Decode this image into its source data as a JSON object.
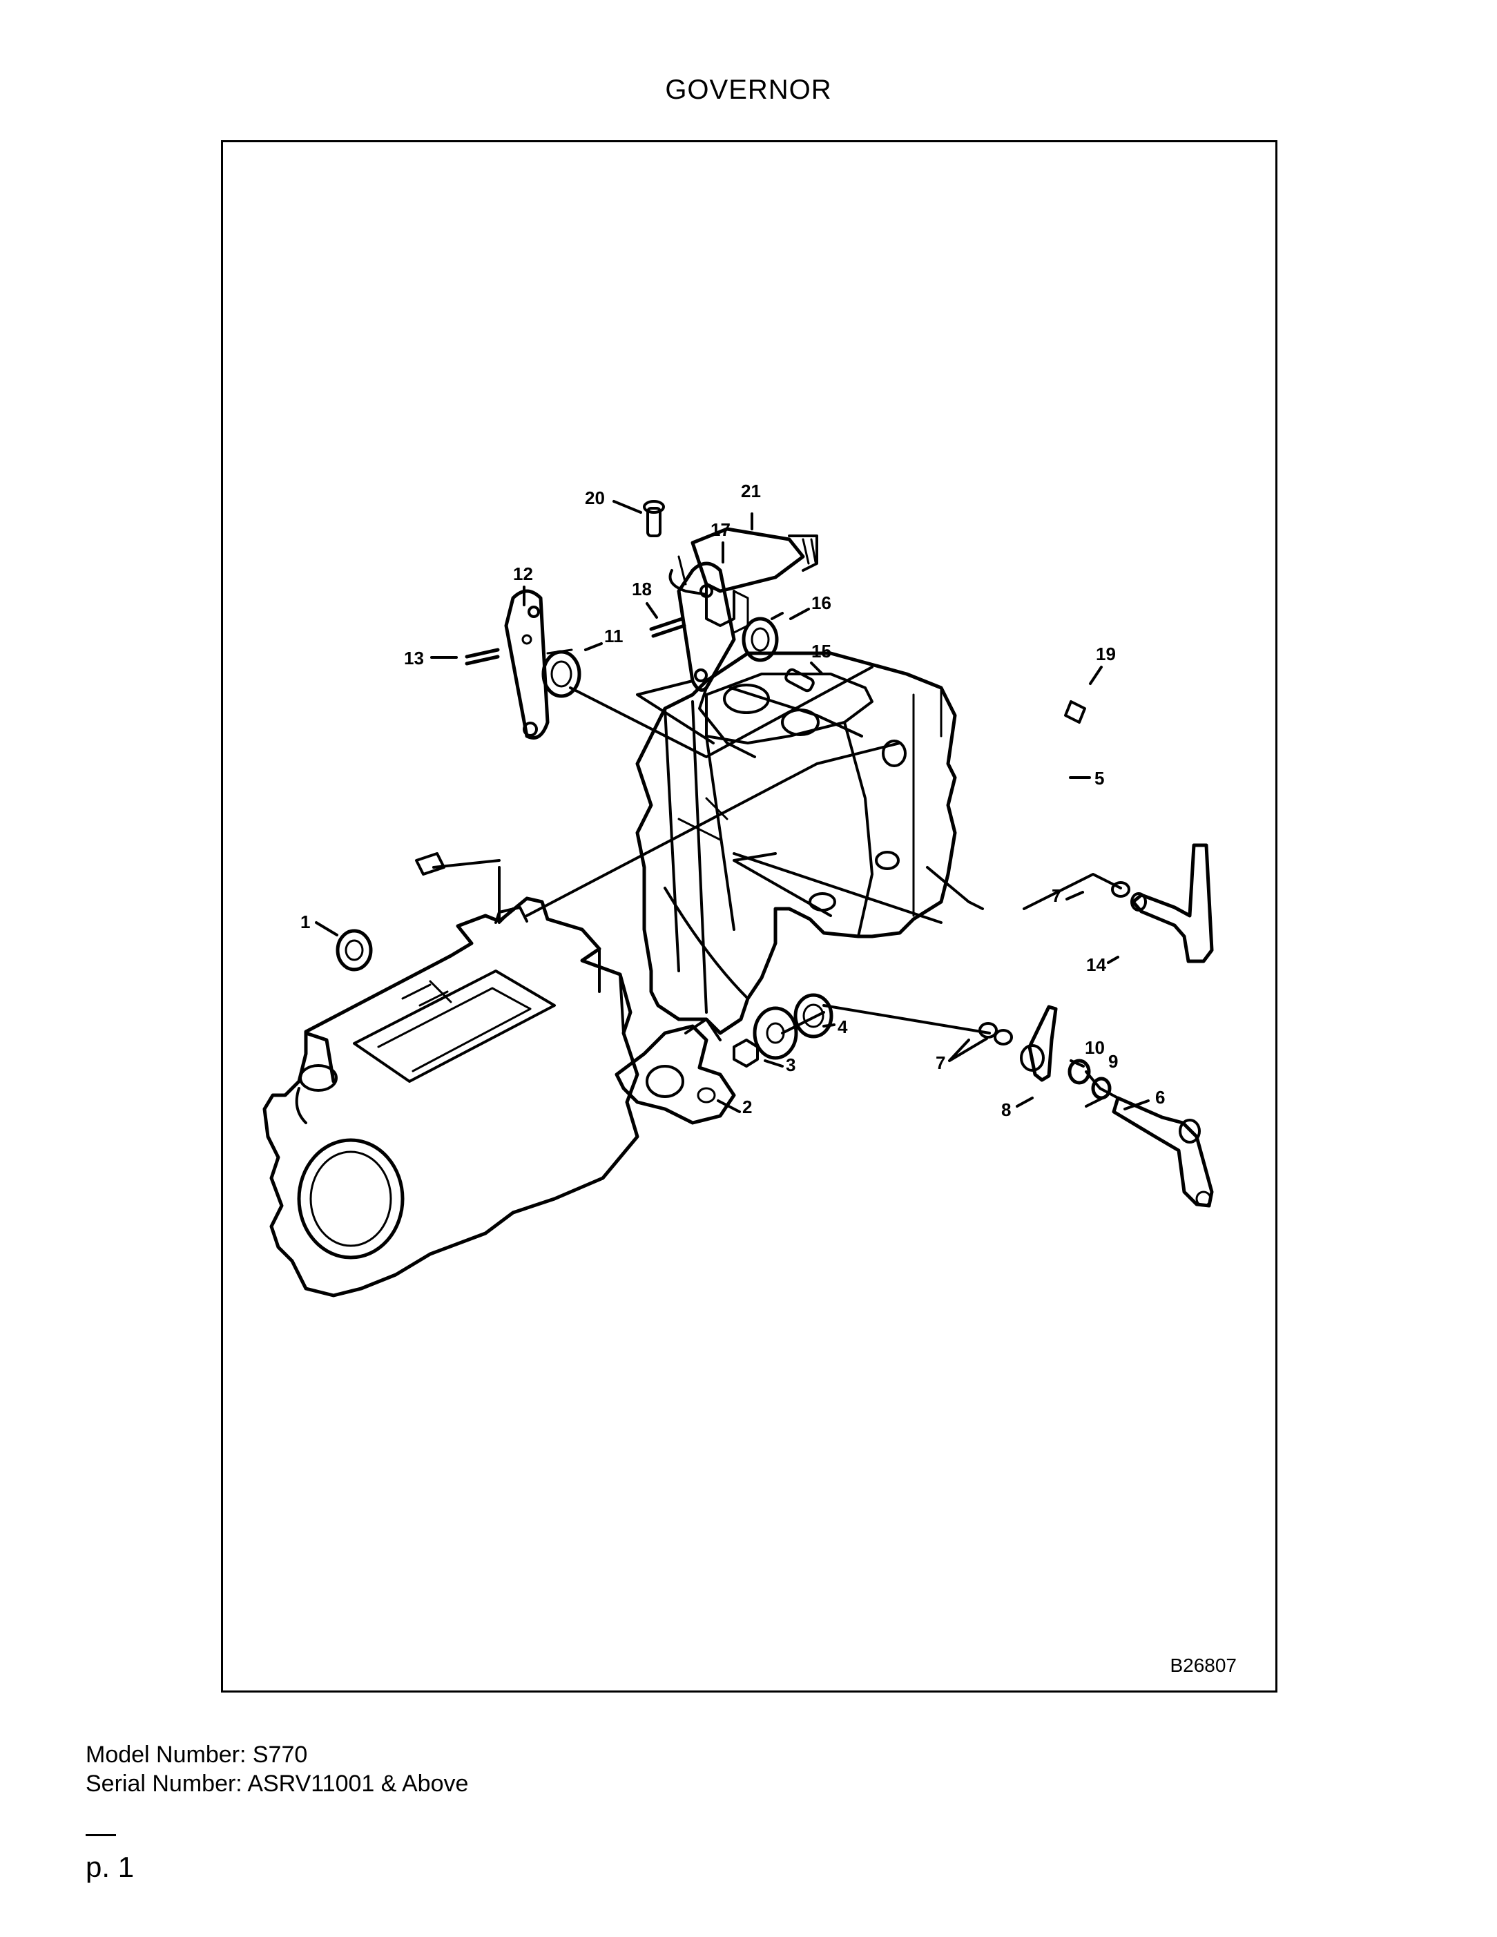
{
  "title": "GOVERNOR",
  "diagram": {
    "drawing_code": "B26807",
    "part_labels": {
      "p1": "1",
      "p2": "2",
      "p3": "3",
      "p4": "4",
      "p5": "5",
      "p6": "6",
      "p7a": "7",
      "p7b": "7",
      "p8": "8",
      "p9": "9",
      "p10": "10",
      "p11": "11",
      "p12": "12",
      "p13": "13",
      "p14": "14",
      "p15": "15",
      "p16": "16",
      "p17": "17",
      "p18": "18",
      "p19": "19",
      "p20": "20",
      "p21": "21"
    }
  },
  "footer": {
    "model_number": "Model Number: S770",
    "serial_number": "Serial Number: ASRV11001 & Above"
  },
  "page": {
    "number": "p. 1"
  }
}
